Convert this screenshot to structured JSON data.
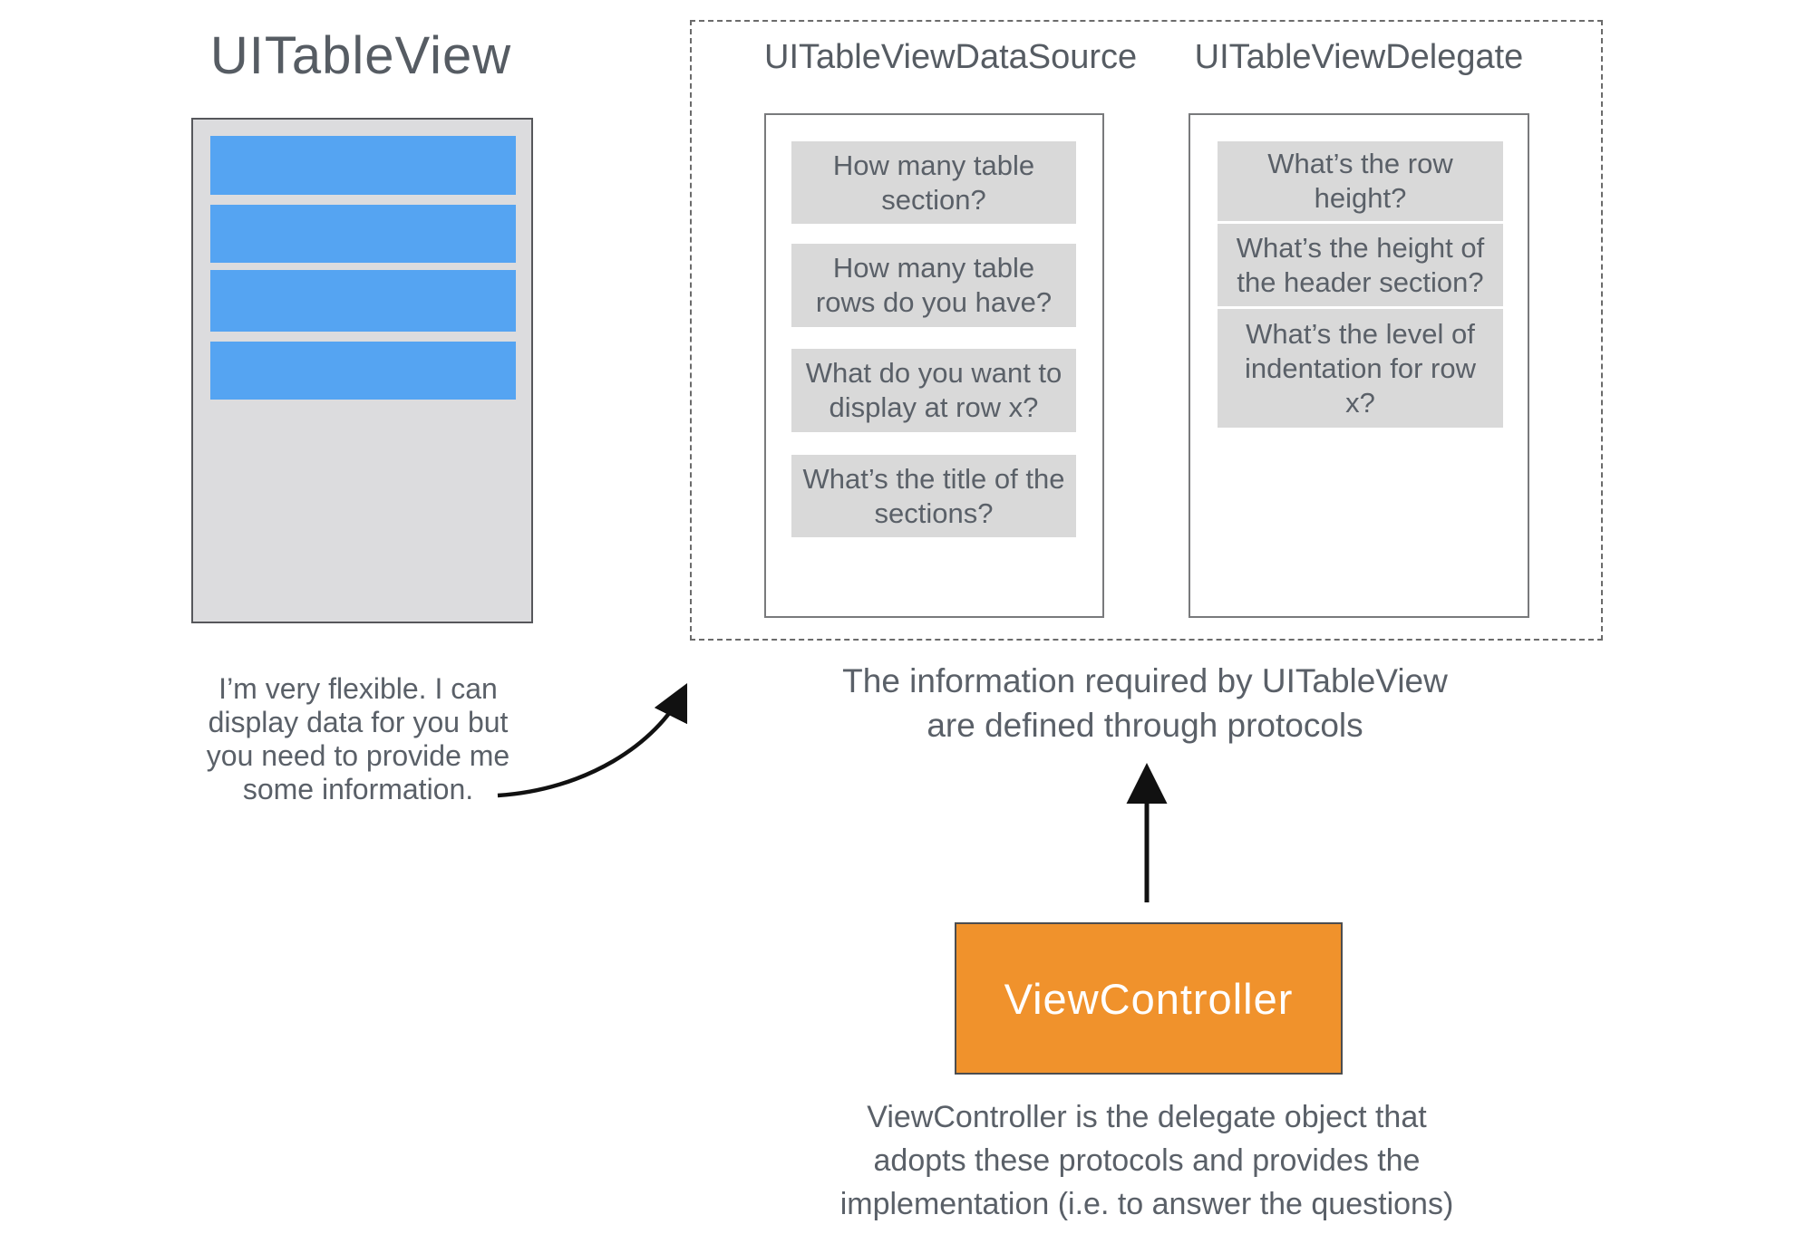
{
  "uitableview": {
    "title": "UITableView",
    "row_count": 4,
    "caption_lines": [
      "I’m very flexible. I can",
      "display data for you but",
      "you need to provide me",
      "some information."
    ]
  },
  "protocols": {
    "datasource": {
      "title": "UITableViewDataSource",
      "questions": [
        [
          "How many table",
          "section?"
        ],
        [
          "How many table",
          "rows do you have?"
        ],
        [
          "What do you want to",
          "display at row x?"
        ],
        [
          "What’s the title of the",
          "sections?"
        ]
      ]
    },
    "delegate": {
      "title": "UITableViewDelegate",
      "questions": [
        [
          "What’s the row",
          "height?"
        ],
        [
          "What’s the height of",
          "the header section?"
        ],
        [
          "What’s the level of",
          "indentation for row",
          "x?"
        ]
      ]
    },
    "caption_lines": [
      "The information required by UITableView",
      "are defined through protocols"
    ]
  },
  "view_controller": {
    "label": "ViewController",
    "caption_lines": [
      "ViewController is the delegate object that",
      "adopts these protocols and provides the",
      "implementation (i.e. to answer the questions)"
    ]
  },
  "colors": {
    "row_blue": "#55A4F2",
    "table_gray": "#DCDCDE",
    "question_gray": "#D9D9D9",
    "controller_orange": "#F0922C",
    "text_gray": "#5A6068",
    "arrow_black": "#111111"
  }
}
